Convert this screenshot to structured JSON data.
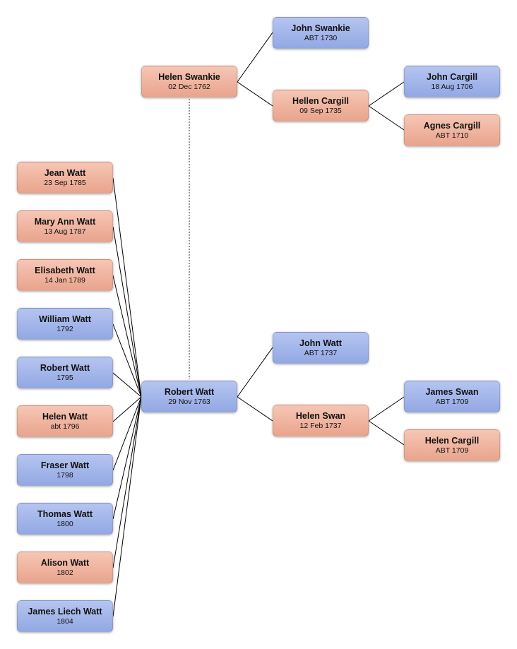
{
  "people": {
    "helen_swankie": {
      "name": "Helen Swankie",
      "date": "02 Dec 1762",
      "sex": "female"
    },
    "robert_watt": {
      "name": "Robert Watt",
      "date": "29 Nov 1763",
      "sex": "male"
    },
    "john_swankie": {
      "name": "John Swankie",
      "date": "ABT 1730",
      "sex": "male"
    },
    "hellen_cargill": {
      "name": "Hellen Cargill",
      "date": "09 Sep 1735",
      "sex": "female"
    },
    "john_cargill": {
      "name": "John Cargill",
      "date": "18 Aug 1706",
      "sex": "male"
    },
    "agnes_cargill": {
      "name": "Agnes Cargill",
      "date": "ABT 1710",
      "sex": "female"
    },
    "john_watt": {
      "name": "John Watt",
      "date": "ABT 1737",
      "sex": "male"
    },
    "helen_swan": {
      "name": "Helen Swan",
      "date": "12 Feb 1737",
      "sex": "female"
    },
    "james_swan": {
      "name": "James Swan",
      "date": "ABT 1709",
      "sex": "male"
    },
    "helen_cargill2": {
      "name": "Helen Cargill",
      "date": "ABT 1709",
      "sex": "female"
    }
  },
  "children": [
    {
      "name": "Jean Watt",
      "date": "23 Sep 1785",
      "sex": "female"
    },
    {
      "name": "Mary Ann Watt",
      "date": "13 Aug 1787",
      "sex": "female"
    },
    {
      "name": "Elisabeth Watt",
      "date": "14 Jan 1789",
      "sex": "female"
    },
    {
      "name": "William Watt",
      "date": "1792",
      "sex": "male"
    },
    {
      "name": "Robert Watt",
      "date": "1795",
      "sex": "male"
    },
    {
      "name": "Helen Watt",
      "date": "abt 1796",
      "sex": "female"
    },
    {
      "name": "Fraser Watt",
      "date": "1798",
      "sex": "male"
    },
    {
      "name": "Thomas Watt",
      "date": "1800",
      "sex": "male"
    },
    {
      "name": "Alison Watt",
      "date": "1802",
      "sex": "female"
    },
    {
      "name": "James Liech Watt",
      "date": "1804",
      "sex": "male"
    }
  ],
  "colors": {
    "male": "#a3b6ea",
    "female": "#f0b59f",
    "connector": "#000000",
    "spouse_link": "#555555"
  }
}
